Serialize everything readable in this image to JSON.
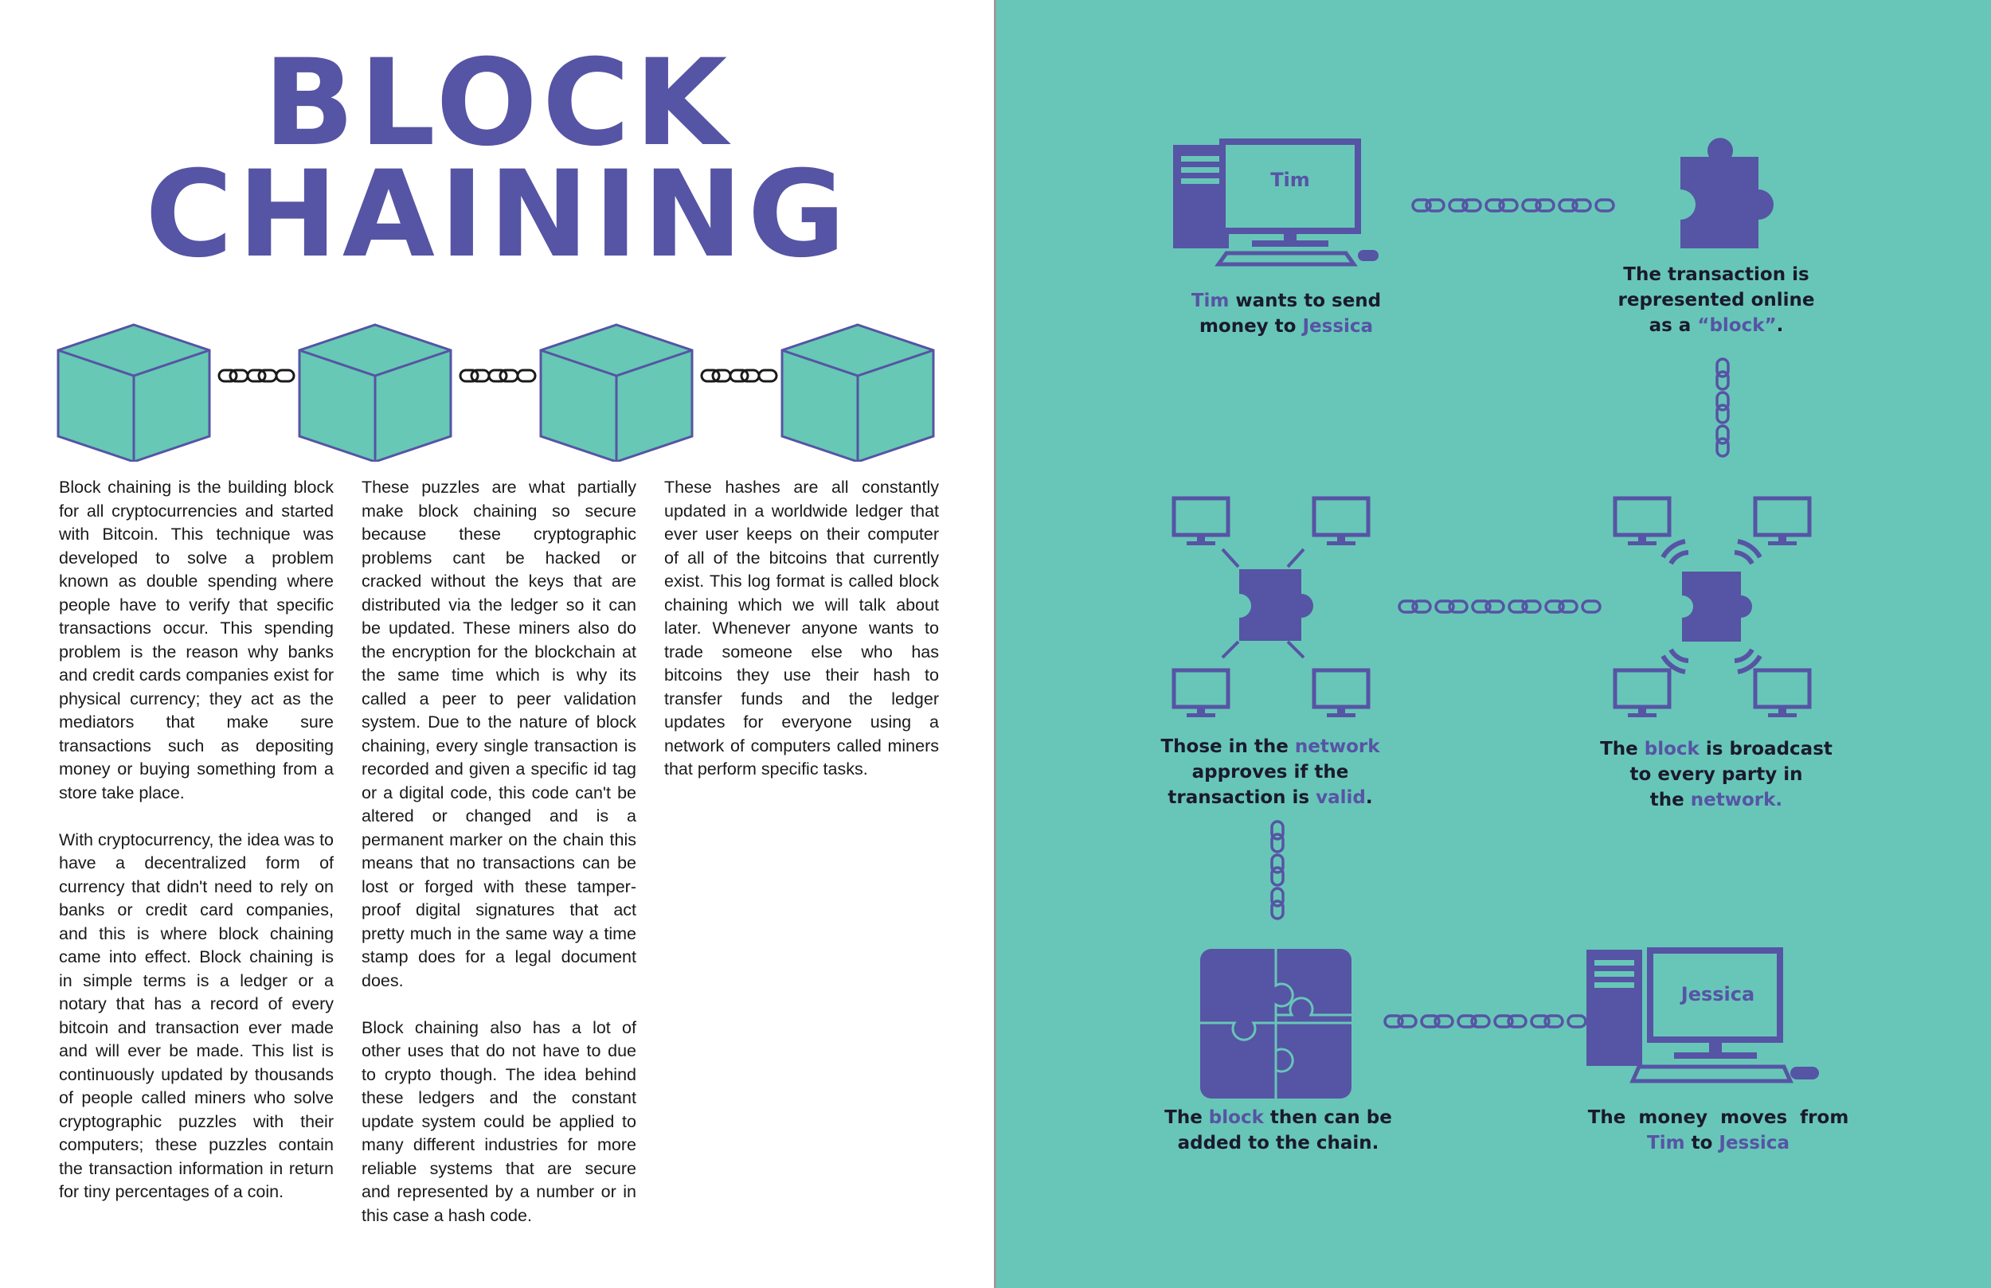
{
  "title": {
    "line1": "BLOCK",
    "line2": "CHAINING"
  },
  "article": {
    "col1_p1": "Block chaining is the building block for all cryptocurrencies and started with Bitcoin. This technique was developed to solve a problem known as double spending where people have to verify that specific transactions occur. This spending problem is the reason why banks and credit cards companies exist for physical currency; they act as the mediators that make sure transactions such as depositing money or buying something from a store take place.",
    "col1_p2": "With cryptocurrency, the idea was to have a decentralized form of currency that didn't need to rely on banks or credit card companies, and this is where block chaining came into effect. Block chaining is in simple terms is a ledger or a notary that has a record of every bitcoin and transaction ever made and will ever be made. This list is continuously updated by thousands of people called miners who solve cryptographic puzzles with their computers; these puzzles contain the transaction information in return for tiny percentages of a coin.",
    "col2_p1": "These puzzles are what partially make block chaining so secure because these cryptographic problems cant be hacked or cracked without the keys that are distributed via the ledger so it can be updated. These miners also do the encryption for the blockchain at the same time which is why its called a peer to peer validation system. Due to the nature of block chaining, every single transaction is recorded and given a specific id tag or a digital code, this code can't be altered or changed and is a permanent marker on the chain this means that no transactions can be lost or forged with these tamper-proof digital signatures that act pretty much in the same way a time stamp does for a legal document does.",
    "col2_p2": "Block chaining also has a lot of other uses that do not have to due to crypto though. The idea behind these ledgers and the constant update system could be applied to many different industries for more reliable systems that are secure and represented by a number or in this case a hash code.",
    "col3_p1": "These hashes are all constantly updated in a worldwide ledger that ever user keeps on their computer of all of the bitcoins that currently exist. This log format is called block chaining which we will talk about later. Whenever anyone wants to trade someone else who has bitcoins they use their hash to transfer funds and the ledger updates for everyone using a network of computers called miners that perform specific tasks."
  },
  "diagram": {
    "monitor_tim": "Tim",
    "monitor_jessica": "Jessica",
    "step1": {
      "a": "Tim",
      "b": " wants to send",
      "c": "money to ",
      "d": "Jessica"
    },
    "step2": {
      "a": "The transaction is",
      "b": "represented online",
      "c": "as a ",
      "d": "“block”",
      "e": "."
    },
    "step3": {
      "a": "The ",
      "b": "block",
      "c": " is broadcast",
      "d": "to every party in",
      "e": "the ",
      "f": "network."
    },
    "step4": {
      "a": "Those in the ",
      "b": "network",
      "c": "approves if the",
      "d": "transaction is ",
      "e": "valid",
      "f": "."
    },
    "step5": {
      "a": "The ",
      "b": "block",
      "c": " then can be",
      "d": "added to the chain."
    },
    "step6": {
      "a": "The  money  moves  from",
      "b": "Tim",
      "c": " to ",
      "d": "Jessica"
    }
  },
  "colors": {
    "purple": "#5654a4",
    "teal": "#68c6b8",
    "cube_face": "#66c8b5"
  },
  "icons": [
    "cube-icon",
    "chain-link-icon",
    "computer-icon",
    "monitor-icon",
    "puzzle-piece-icon",
    "broadcast-waves-icon",
    "puzzle-square-icon"
  ]
}
